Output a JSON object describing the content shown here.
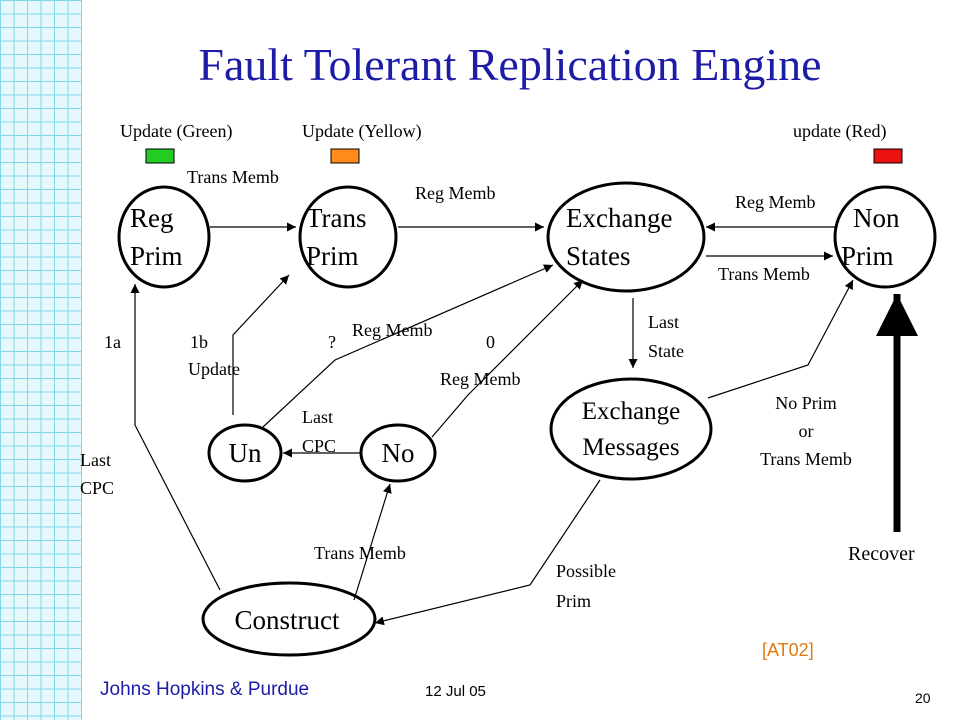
{
  "title": "Fault Tolerant Replication Engine",
  "colors": {
    "title": "#1c1ca6",
    "green": "#22cc22",
    "yellow": "#ff8c1a",
    "red": "#ee1111",
    "reference": "#e07a10"
  },
  "indicators": {
    "green": "Update (Green)",
    "yellow": "Update (Yellow)",
    "red": "update (Red)"
  },
  "states": {
    "reg_prim": [
      "Reg",
      "Prim"
    ],
    "trans_prim": [
      "Trans",
      "Prim"
    ],
    "exchange_states": [
      "Exchange",
      "States"
    ],
    "non_prim": [
      "Non",
      "Prim"
    ],
    "exchange_messages": [
      "Exchange",
      "Messages"
    ],
    "un": "Un",
    "no": "No",
    "construct": "Construct"
  },
  "transitions": {
    "reg_to_trans": "Trans Memb",
    "trans_to_exch": "Reg Memb",
    "non_to_exch": "Reg Memb",
    "exch_to_non": "Trans Memb",
    "last_state": [
      "Last",
      "State"
    ],
    "un_reg_memb": "Reg Memb",
    "question": "?",
    "zero": "0",
    "no_reg_memb": "Reg Memb",
    "label_1a": "1a",
    "label_1b": "1b",
    "update": "Update",
    "last_cpc_no_un": [
      "Last",
      "CPC"
    ],
    "last_cpc_construct": [
      "Last",
      "CPC"
    ],
    "no_prim_or_trans": [
      "No Prim",
      "or",
      "Trans Memb"
    ],
    "construct_trans_memb": "Trans Memb",
    "possible_prim": [
      "Possible",
      "Prim"
    ],
    "recover": "Recover"
  },
  "footer": {
    "left": "Johns Hopkins & Purdue",
    "date": "12 Jul 05",
    "page": "20",
    "reference": "[AT02]"
  }
}
